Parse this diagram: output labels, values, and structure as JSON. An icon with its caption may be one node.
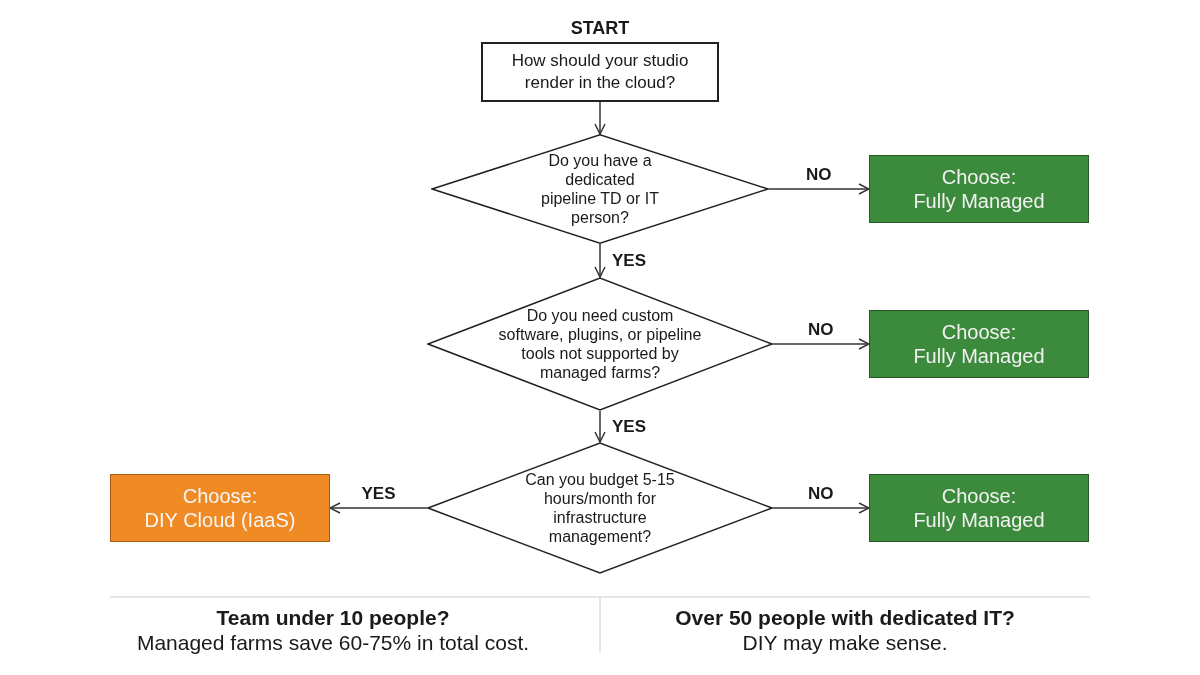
{
  "diagram": {
    "nodes": [
      {
        "text": [
          "START",
          "How should your studio render in the cloud?"
        ]
      },
      {
        "text": [
          "Do you have a dedicated pipeline TD or IT person?"
        ]
      },
      {
        "text": [
          "Choose:",
          "Fully Managed"
        ]
      },
      {
        "text": [
          "Do you need custom software, plugins, or pipeline tools not supported by managed farms?"
        ]
      },
      {
        "text": [
          "Choose:",
          "Fully Managed"
        ]
      },
      {
        "text": [
          "Can you budget 5-15 hours/month for infrastructure management?"
        ]
      },
      {
        "text": [
          "Choose:",
          "DIY Cloud (IaaS)"
        ]
      },
      {
        "text": [
          "Choose:",
          "Fully Managed"
        ]
      }
    ],
    "edges": [
      {
        "from": 0,
        "to": 1,
        "arrow": "to"
      },
      {
        "from": 1,
        "to": 2,
        "arrow": "to",
        "label": "NO"
      },
      {
        "from": 1,
        "to": 3,
        "arrow": "to",
        "label": "YES"
      },
      {
        "from": 3,
        "to": 4,
        "arrow": "to",
        "label": "NO"
      },
      {
        "from": 3,
        "to": 5,
        "arrow": "to",
        "label": "YES"
      },
      {
        "from": 5,
        "to": 6,
        "arrow": "to",
        "label": "YES"
      },
      {
        "from": 5,
        "to": 7,
        "arrow": "to",
        "label": "NO"
      }
    ],
    "labels": [
      "Team under 10 people?",
      "Managed farms save 60-75% in total cost.",
      "Over 50 people with dedicated IT?",
      "DIY may make sense."
    ]
  }
}
